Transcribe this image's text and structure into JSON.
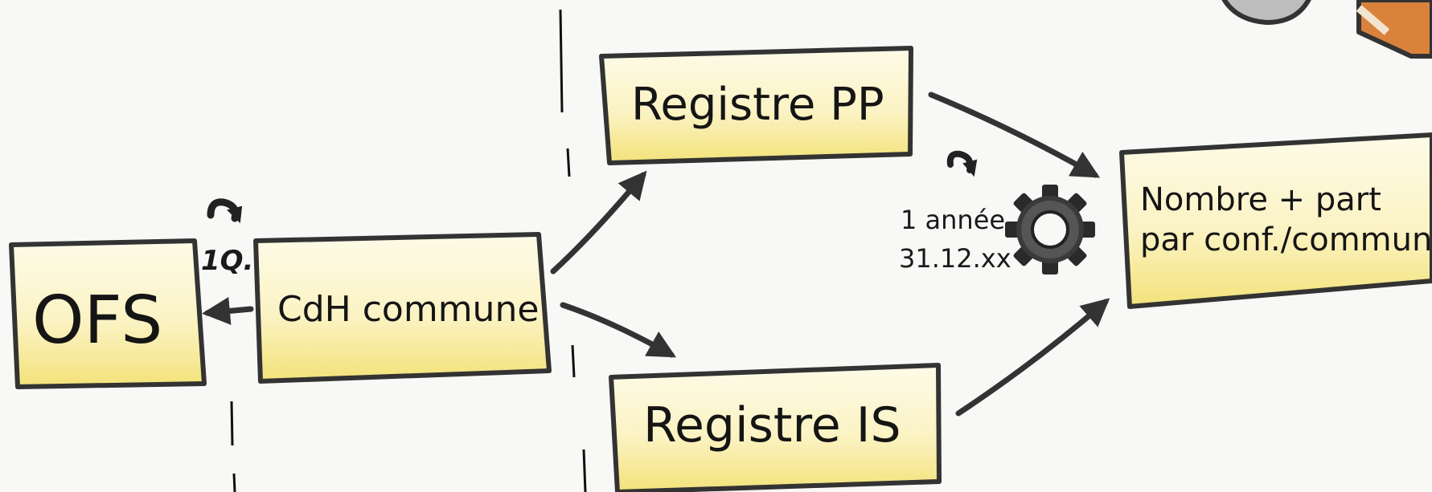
{
  "nodes": {
    "ofs": "OFS",
    "cdh_commune": "CdH commune",
    "registre_pp": "Registre PP",
    "registre_is": "Registre IS",
    "result_line1": "Nombre + part",
    "result_line2": "par conf./commune"
  },
  "annotations": {
    "frequency_quarterly": "1Q.",
    "period_line1": "1 année",
    "period_line2": "31.12.xx"
  },
  "icons": {
    "refresh": "refresh-icon",
    "gear": "gear-icon",
    "tool": "wrench-icon"
  },
  "colors": {
    "box_fill": "#fdf9d8",
    "box_fill_accent": "#f3e27a",
    "outline": "#3a3a3a",
    "tool_orange": "#d9823b"
  }
}
